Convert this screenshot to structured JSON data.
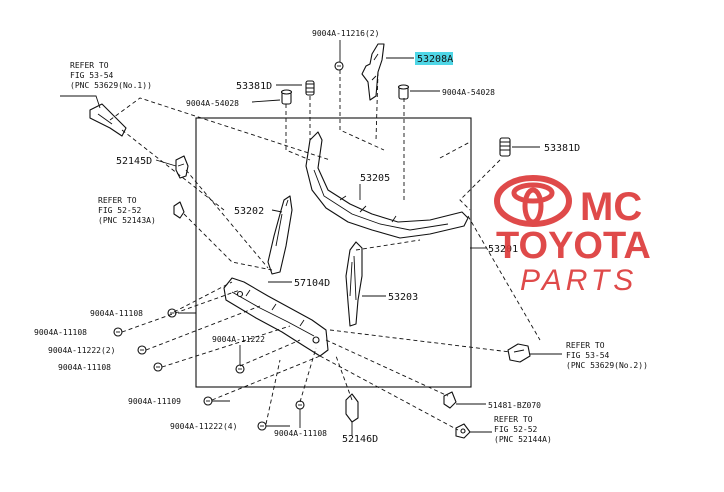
{
  "labels": {
    "p_9004a_11216": "9004A-11216(2)",
    "p_53208a": "53208A",
    "p_53381d_top": "53381D",
    "p_9004a_54028_left": "9004A-54028",
    "p_9004a_54028_right": "9004A-54028",
    "refer_top_left": [
      "REFER TO",
      "FIG 53-54",
      "(PNC 53629(No.1))"
    ],
    "p_52145d": "52145D",
    "p_53381d_right": "53381D",
    "p_53205": "53205",
    "refer_mid_left": [
      "REFER TO",
      "FIG 52-52",
      "(PNC 52143A)"
    ],
    "p_53202": "53202",
    "p_53201": "53201",
    "p_57104d": "57104D",
    "p_53203": "53203",
    "p_9004a_11108_a": "9004A-11108",
    "p_9004a_11108_b": "9004A-11108",
    "p_9004a_11222_2_a": "9004A-11222(2)",
    "p_9004a_11108_c": "9004A-11108",
    "p_9004a_11222": "9004A-11222",
    "refer_right_mid": [
      "REFER TO",
      "FIG 53-54",
      "(PNC 53629(No.2))"
    ],
    "p_9004a_11109": "9004A-11109",
    "p_51481_bz070": "51481-BZ070",
    "p_9004a_11222_4": "9004A-11222(4)",
    "p_9004a_11108_d": "9004A-11108",
    "p_52146d": "52146D",
    "refer_bottom_right": [
      "REFER TO",
      "FIG 52-52",
      "(PNC 52144A)"
    ]
  },
  "logo": {
    "brand_a": "MC",
    "brand_b": "TOYOTA",
    "brand_c": "PARTS",
    "color": "#dd3b3b"
  },
  "highlight_color": "#4fd6e6"
}
